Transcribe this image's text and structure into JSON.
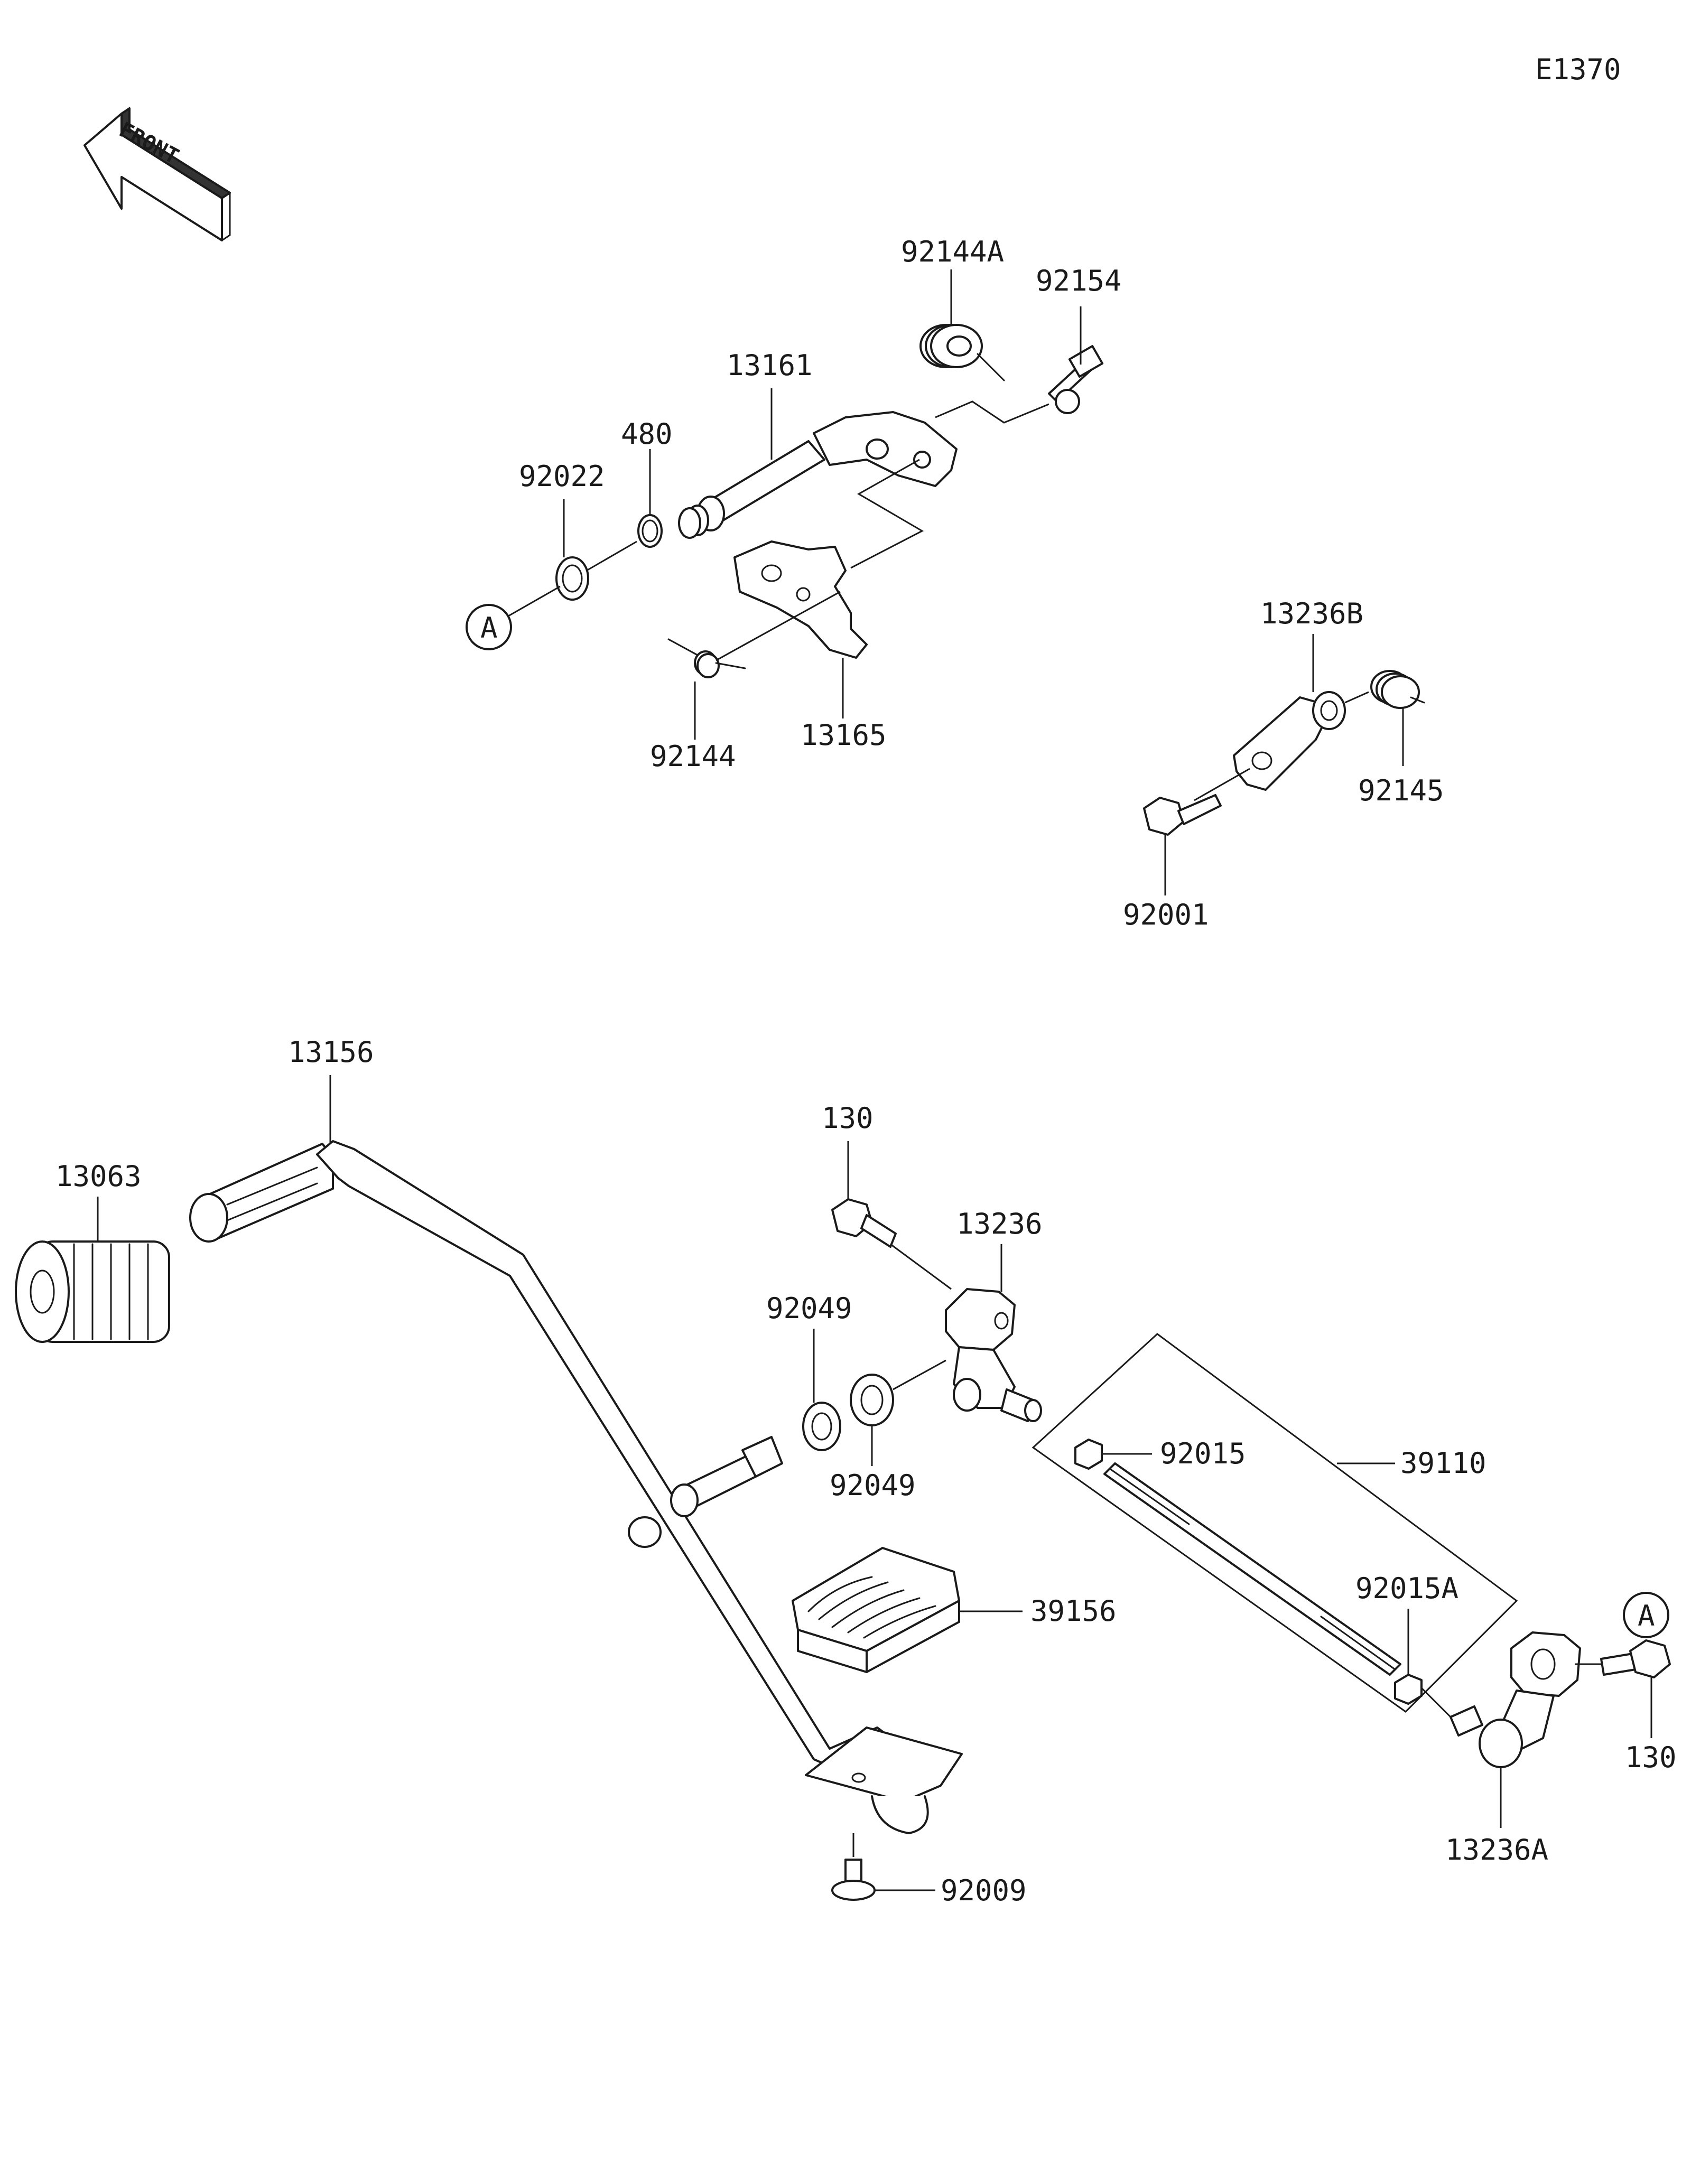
{
  "diagram_code": "E1370",
  "front_marker": "FRONT",
  "ref_marker": "A",
  "parts": {
    "p92144A": "92144A",
    "p92154": "92154",
    "p13161": "13161",
    "p480": "480",
    "p92022": "92022",
    "p92144": "92144",
    "p13165": "13165",
    "p13236B": "13236B",
    "p92145": "92145",
    "p92001": "92001",
    "p13156": "13156",
    "p13063": "13063",
    "p130_top": "130",
    "p13236": "13236",
    "p92049_top": "92049",
    "p92049_bot": "92049",
    "p92015": "92015",
    "p39110": "39110",
    "p39156": "39156",
    "p92015A": "92015A",
    "p130_right": "130",
    "p13236A": "13236A",
    "p92009": "92009"
  }
}
